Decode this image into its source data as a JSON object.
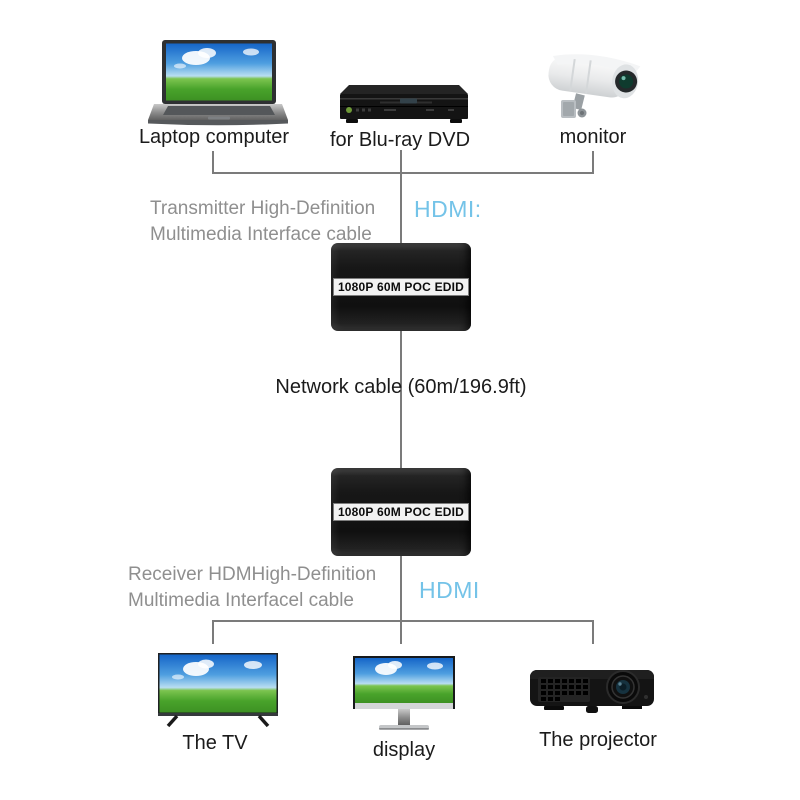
{
  "colors": {
    "line_gray": "#7b7b7b",
    "caption_gray": "#8f8f8f",
    "hdmi_blue": "#74c3e8",
    "label_black": "#1b1b1b"
  },
  "top_devices": [
    {
      "icon": "laptop-icon",
      "label": "Laptop computer"
    },
    {
      "icon": "bluray-dvd-player-icon",
      "label": "for Blu-ray DVD"
    },
    {
      "icon": "security-camera-icon",
      "label": "monitor"
    }
  ],
  "transmitter_section": {
    "caption_line1": "Transmitter High-Definition",
    "caption_line2": "Multimedia Interface cable",
    "hdmi_label": "HDMI:",
    "box_label": "1080P 60M POC EDID"
  },
  "network_cable_label": "Network cable (60m/196.9ft)",
  "receiver_section": {
    "caption_line1": "Receiver HDMHigh-Definition",
    "caption_line2": "Multimedia Interfacel cable",
    "hdmi_label": "HDMI",
    "box_label": "1080P 60M POC EDID"
  },
  "bottom_devices": [
    {
      "icon": "tv-icon",
      "label": "The TV"
    },
    {
      "icon": "desktop-monitor-icon",
      "label": "display"
    },
    {
      "icon": "projector-icon",
      "label": "The projector"
    }
  ]
}
